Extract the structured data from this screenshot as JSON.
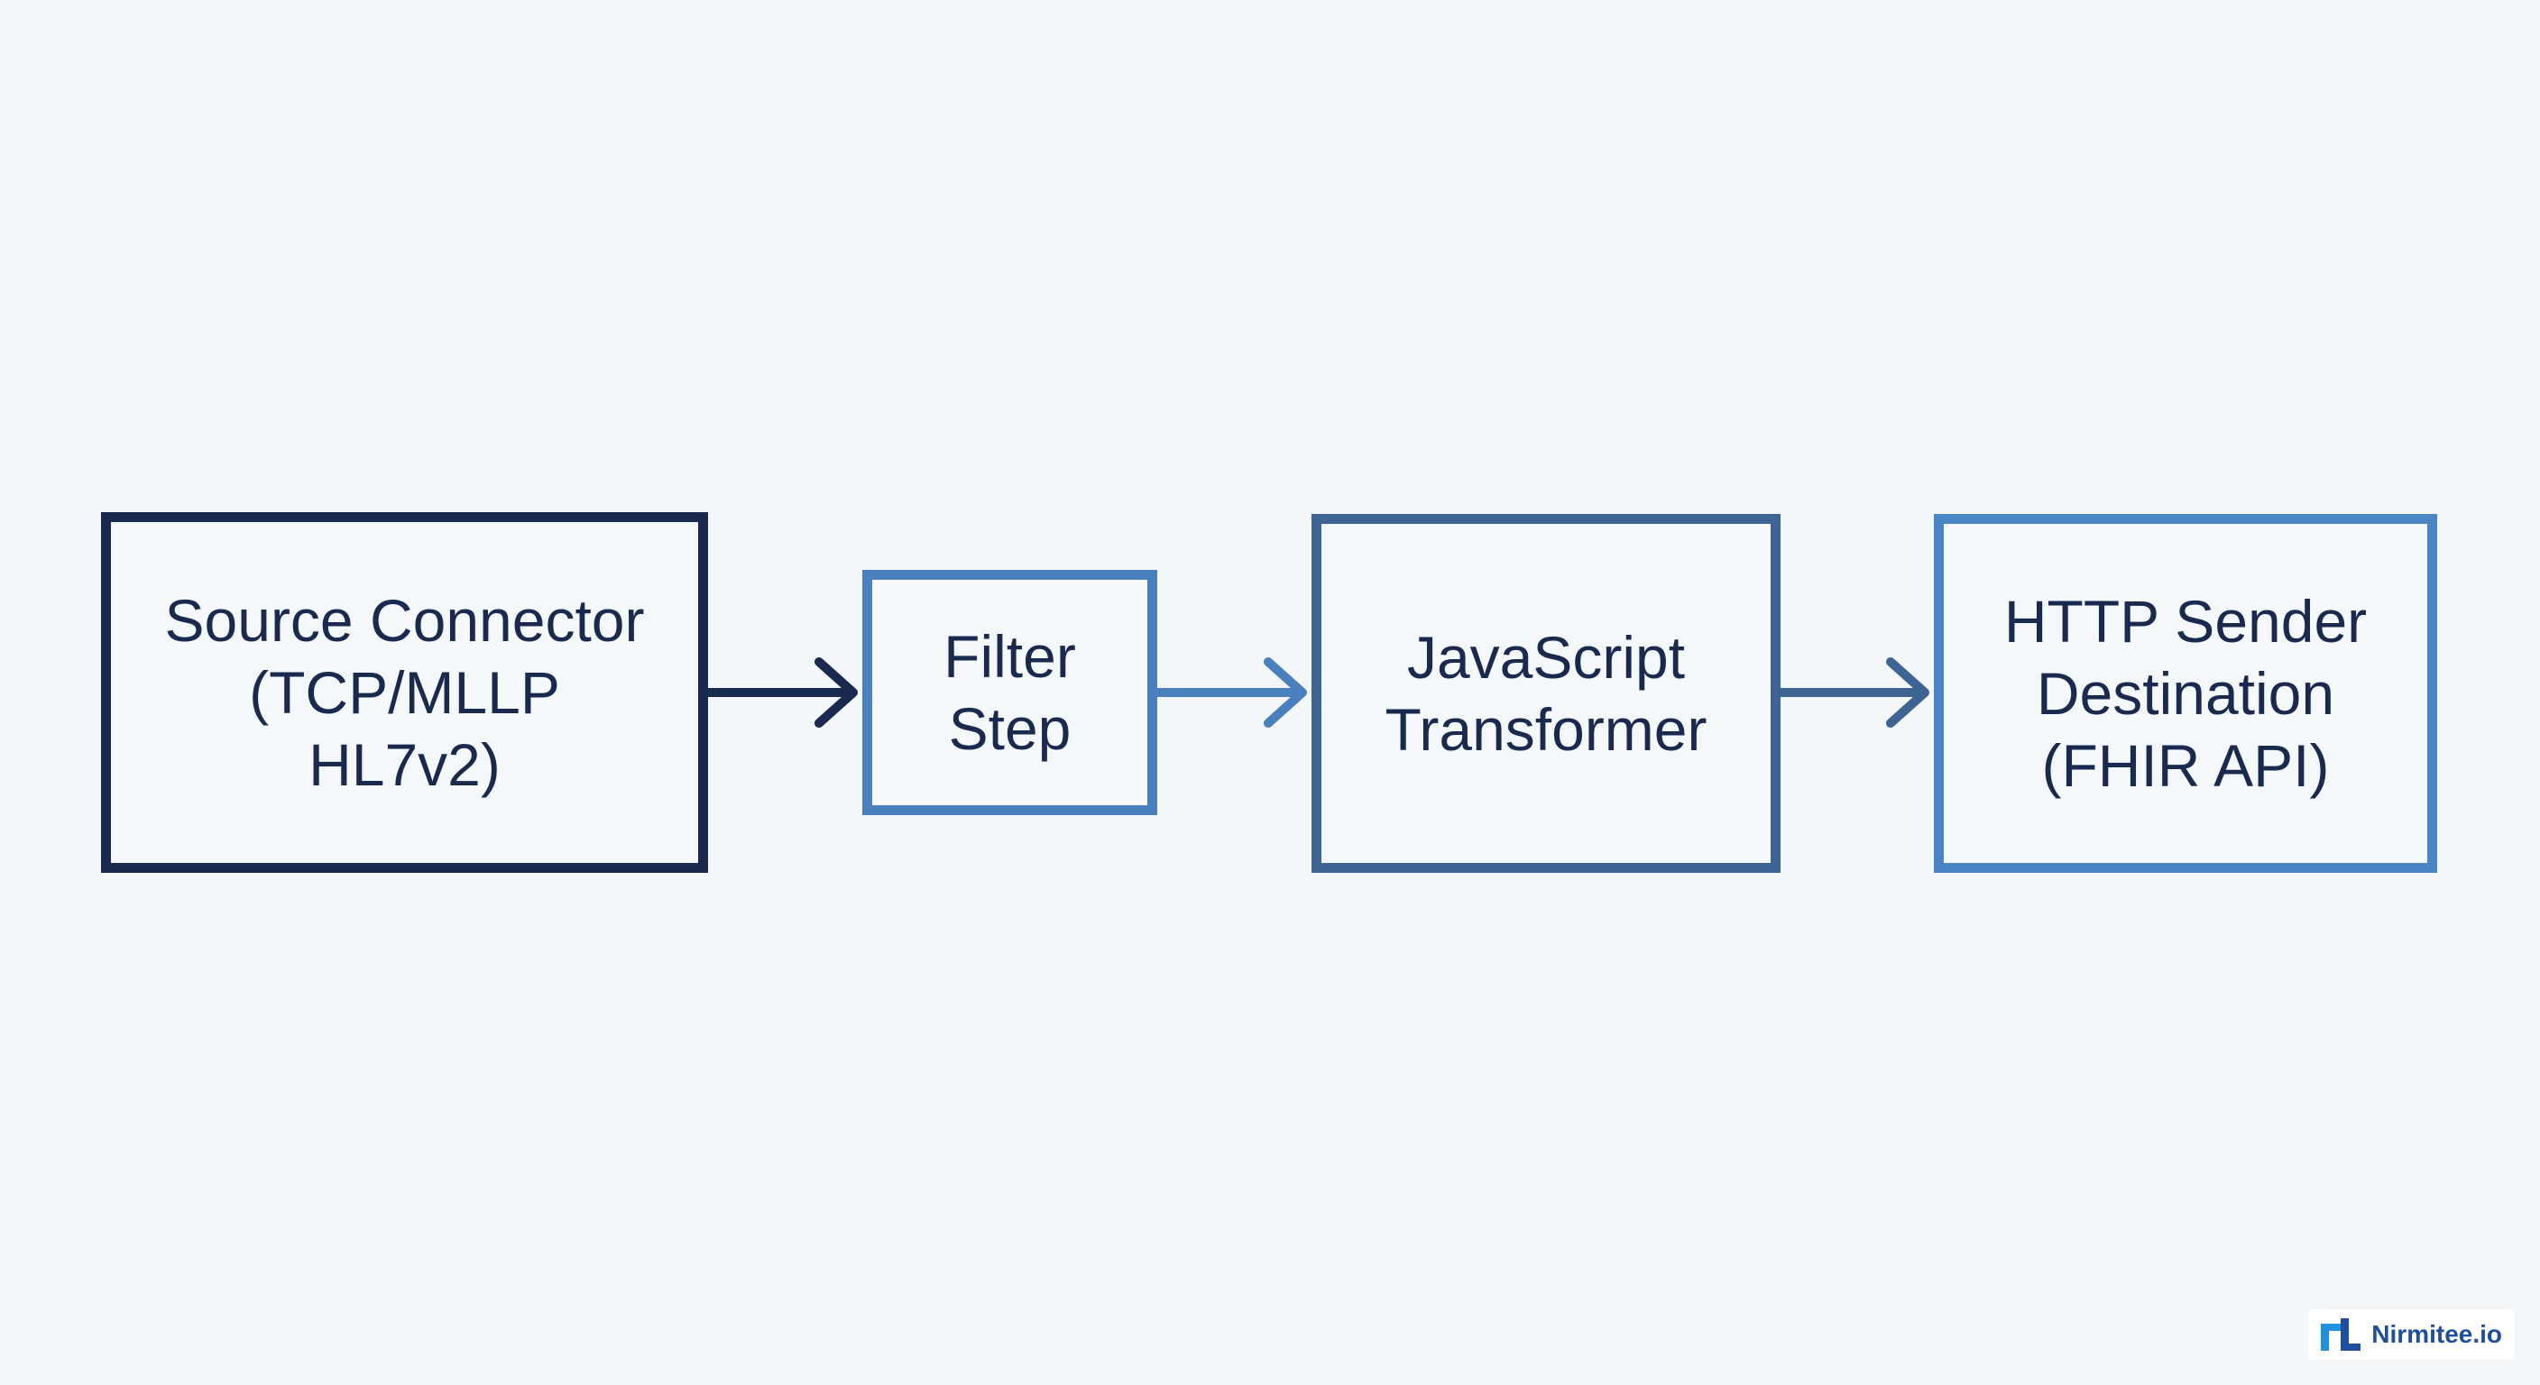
{
  "nodes": {
    "source": {
      "lines": [
        "Source Connector",
        "(TCP/MLLP",
        "HL7v2)"
      ],
      "border_color": "#1a2a4f"
    },
    "filter": {
      "lines": [
        "Filter",
        "Step"
      ],
      "border_color": "#4a80bd"
    },
    "transformer": {
      "lines": [
        "JavaScript",
        "Transformer"
      ],
      "border_color": "#3e6494"
    },
    "destination": {
      "lines": [
        "HTTP Sender",
        "Destination",
        "(FHIR API)"
      ],
      "border_color": "#4a86c5"
    }
  },
  "connectors": [
    {
      "from": "source",
      "to": "filter",
      "color": "#1a2a4f"
    },
    {
      "from": "filter",
      "to": "transformer",
      "color": "#4a80bd"
    },
    {
      "from": "transformer",
      "to": "destination",
      "color": "#3e6494"
    }
  ],
  "watermark": {
    "text": "Nirmitee.io",
    "icon": "nirmitee-logo-icon",
    "color": "#1f4e9c"
  },
  "colors": {
    "background": "#f3f7fa",
    "text": "#1a2a4f"
  }
}
